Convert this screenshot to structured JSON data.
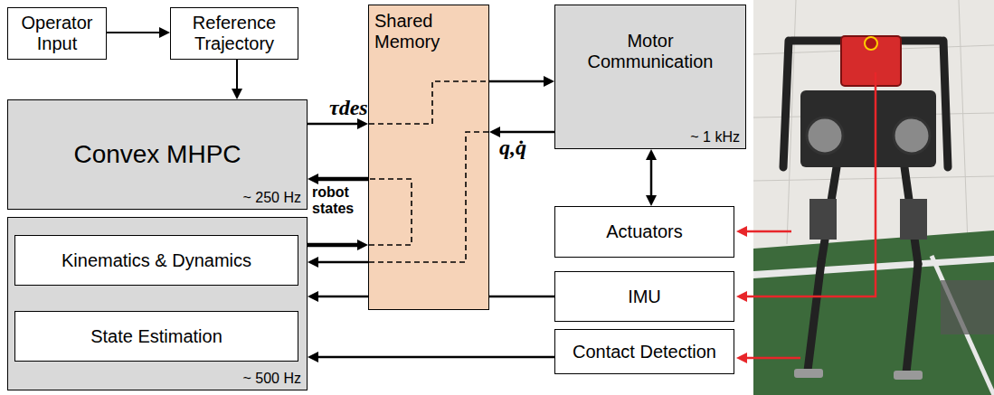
{
  "diagram": {
    "nodes": [
      {
        "text": [
          "Operator Input"
        ]
      },
      {
        "text": [
          "Reference Trajectory"
        ]
      },
      {
        "text": [
          "Convex MHPC",
          "~ 250 Hz"
        ]
      },
      {
        "text": [
          "~ 500 Hz"
        ]
      },
      {
        "text": [
          "Kinematics & Dynamics"
        ],
        "in": 3
      },
      {
        "text": [
          "State Estimation"
        ],
        "in": 3
      },
      {
        "text": [
          "Shared Memory"
        ]
      },
      {
        "text": [
          "Motor Communication",
          "~ 1 kHz"
        ]
      },
      {
        "text": [
          "Actuators"
        ]
      },
      {
        "text": [
          "IMU"
        ]
      },
      {
        "text": [
          "Contact Detection"
        ]
      }
    ],
    "edges": [
      {
        "from": 0,
        "to": 1,
        "arrow": "to"
      },
      {
        "from": 1,
        "to": 2,
        "arrow": "to"
      },
      {
        "from": 2,
        "to": 6,
        "label": "τdes",
        "arrow": "to"
      },
      {
        "from": 6,
        "to": 7,
        "arrow": "to"
      },
      {
        "from": 7,
        "to": 6,
        "label": "q,q̇",
        "arrow": "to"
      },
      {
        "from": 6,
        "to": 2,
        "label": "robot states",
        "arrow": "to"
      },
      {
        "from": 3,
        "to": 6,
        "arrow": "to"
      },
      {
        "from": 6,
        "to": 3,
        "arrow": "to"
      },
      {
        "from": 7,
        "to": 8,
        "arrow": "both"
      },
      {
        "from": 9,
        "to": 3,
        "arrow": "to"
      },
      {
        "from": 10,
        "to": 3,
        "arrow": "to"
      }
    ]
  }
}
